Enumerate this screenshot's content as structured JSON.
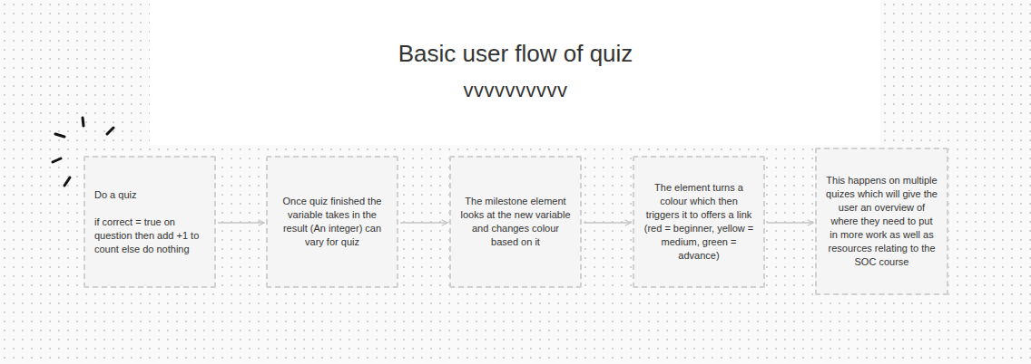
{
  "diagram": {
    "title": "Basic user flow of quiz",
    "nodes": [
      {
        "text": [
          "Do a quiz",
          "if correct = true on question then add +1 to count else do nothing"
        ]
      },
      {
        "text": [
          "Once quiz finished the variable takes in the result (An integer) can vary for quiz"
        ]
      },
      {
        "text": [
          "The milestone element looks at the new variable and changes colour based on it"
        ]
      },
      {
        "text": [
          "The element turns a colour which then triggers it to offers a link (red = beginner, yellow = medium, green = advance)"
        ]
      },
      {
        "text": [
          "This happens on multiple quizes which will give the user an overview of where they need to put in more work as well as resources relating to the SOC course"
        ]
      }
    ],
    "edges": [
      {
        "from": 0,
        "to": 1,
        "arrow": "to"
      },
      {
        "from": 1,
        "to": 2,
        "arrow": "to"
      },
      {
        "from": 2,
        "to": 3,
        "arrow": "to"
      },
      {
        "from": 3,
        "to": 4,
        "arrow": "to"
      }
    ],
    "labels": [
      "vvvvvvvvvv"
    ]
  }
}
